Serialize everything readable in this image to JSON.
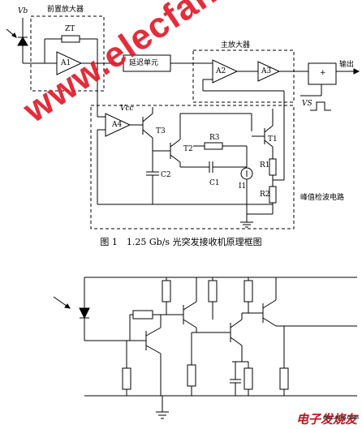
{
  "figure1": {
    "caption": "图 1　1.25 Gb/s 光突发接收机原理框图",
    "labels": {
      "vb": "Vb",
      "preamp_box": "前置放大器",
      "zt": "ZT",
      "a1": "A1",
      "delay_unit": "延迟单元",
      "main_amp_box": "主放大器",
      "a2": "A2",
      "a3": "A3",
      "output": "输出",
      "plus": "+",
      "vs": "VS",
      "vcc": "Vcc",
      "a4": "A4",
      "t3": "T3",
      "t2": "T2",
      "t1": "T1",
      "r3": "R3",
      "c1": "C1",
      "c2": "C2",
      "i1": "I1",
      "r1": "R1",
      "r2": "R2",
      "peak_detector": "峰值检波电路"
    }
  },
  "watermark": {
    "site": "www.elecfans.com",
    "brand_cn": "电子发烧友",
    "brand_url": "elec.ans.com"
  }
}
